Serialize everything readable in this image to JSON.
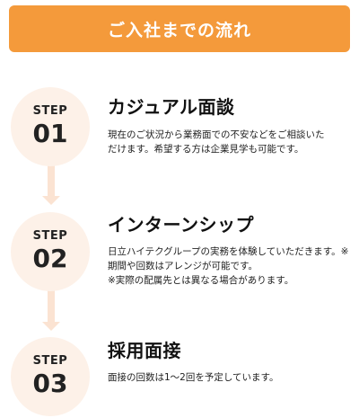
{
  "header": {
    "title": "ご入社までの流れ",
    "background_color": "#f49a3b",
    "text_color": "#ffffff"
  },
  "accent": {
    "circle_color": "#fdf1e8",
    "connector_color": "#fbe3d2"
  },
  "steps": [
    {
      "label": "STEP",
      "number": "01",
      "title": "カジュアル面談",
      "description": "現在のご状況から業務面での不安などをご相談いた\nだけます。希望する方は企業見学も可能です。"
    },
    {
      "label": "STEP",
      "number": "02",
      "title": "インターンシップ",
      "description": "日立ハイテクグループの実務を体験していただきます。※\n期間や回数はアレンジが可能です。\n※実際の配属先とは異なる場合があります。"
    },
    {
      "label": "STEP",
      "number": "03",
      "title": "採用面接",
      "description": "面接の回数は1〜2回を予定しています。"
    }
  ]
}
